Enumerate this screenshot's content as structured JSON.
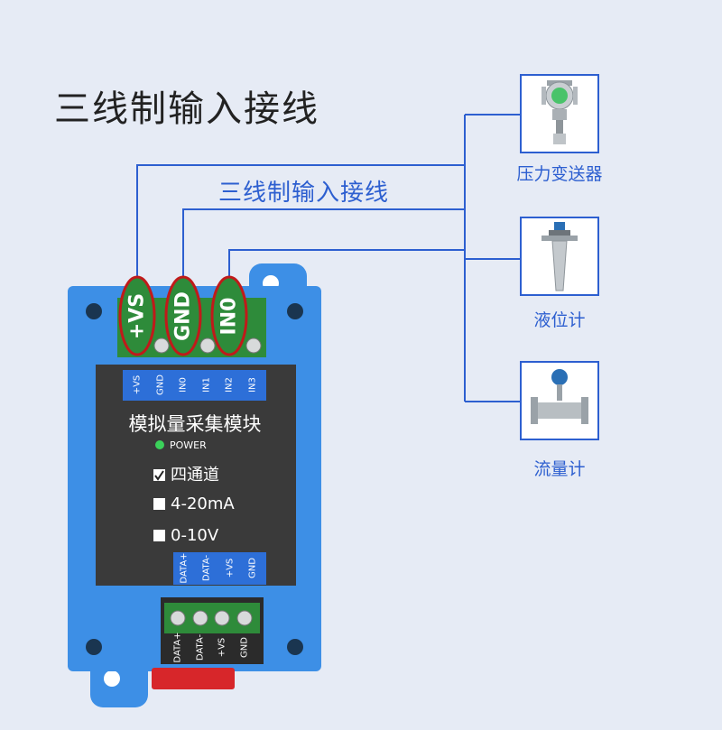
{
  "title": "三线制输入接线",
  "wiring_label": "三线制输入接线",
  "devices": [
    {
      "name": "压力变送器",
      "icon": "pressure-transmitter-icon"
    },
    {
      "name": "液位计",
      "icon": "radar-level-meter-icon"
    },
    {
      "name": "流量计",
      "icon": "vortex-flowmeter-icon"
    }
  ],
  "highlighted_terminals": [
    "+VS",
    "GND",
    "IN0"
  ],
  "top_terminals": [
    "+VS",
    "GND",
    "IN0",
    "IN1",
    "IN2",
    "IN3"
  ],
  "module": {
    "name": "模拟量采集模块",
    "power_label": "POWER",
    "options": [
      {
        "label": "四通道",
        "checked": true
      },
      {
        "label": "4-20mA",
        "checked": false
      },
      {
        "label": "0-10V",
        "checked": false
      }
    ]
  },
  "bottom_terminals": [
    "DATA+",
    "DATA-",
    "+VS",
    "GND"
  ],
  "colors": {
    "accent": "#2d5fd0",
    "housing": "#3d8fe6",
    "terminal_green": "#2e8b3a",
    "highlight_ring": "#c01a1a",
    "panel": "#3a3a3a"
  }
}
